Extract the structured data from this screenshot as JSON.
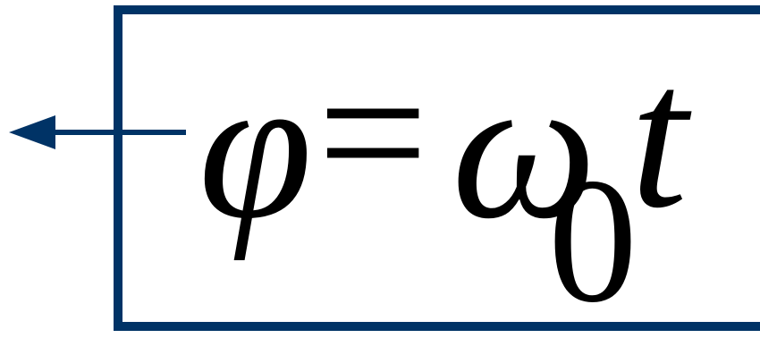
{
  "equation": {
    "lhs": "φ",
    "equals": "=",
    "omega": "ω",
    "subscript": "0",
    "variable": "t"
  },
  "colors": {
    "frame": "#003366",
    "arrow": "#003366",
    "text": "#000000"
  }
}
